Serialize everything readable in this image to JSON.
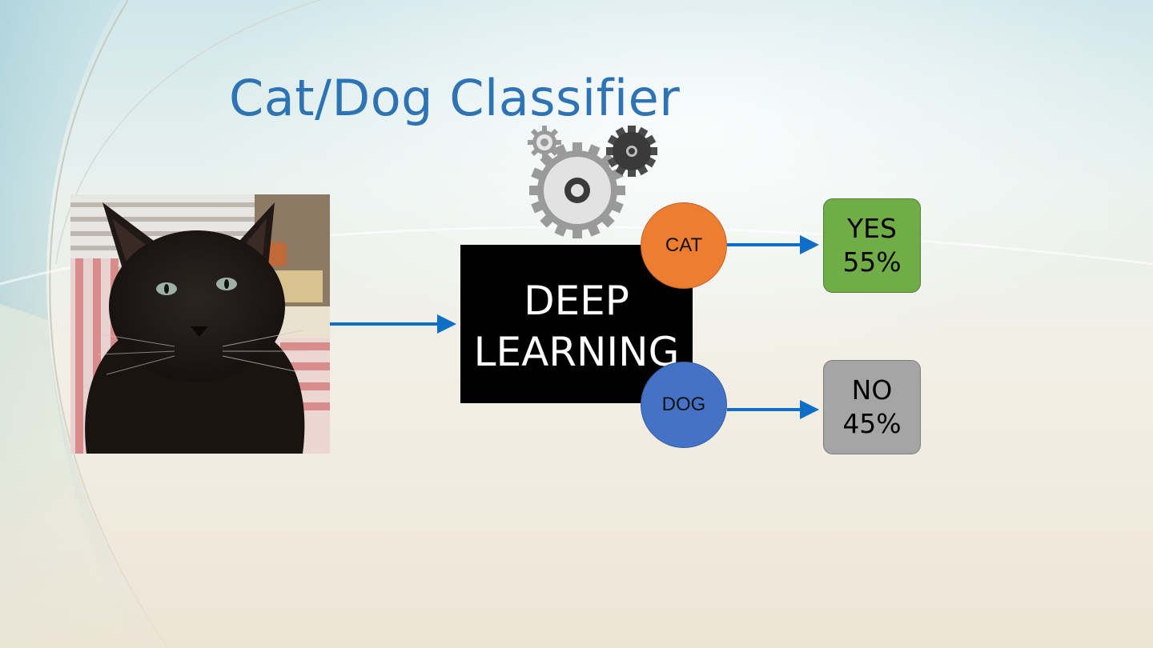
{
  "slide": {
    "title": "Cat/Dog Classifier"
  },
  "diagram": {
    "model_label_line1": "DEEP",
    "model_label_line2": "LEARNING",
    "classes": [
      {
        "label": "CAT",
        "color": "#ed7d31"
      },
      {
        "label": "DOG",
        "color": "#4472c4"
      }
    ],
    "results": [
      {
        "answer": "YES",
        "probability": "55%",
        "color": "#70ad47"
      },
      {
        "answer": "NO",
        "probability": "45%",
        "color": "#a5a5a5"
      }
    ],
    "arrow_color": "#0f6fc6",
    "input_image": "black-cat-photo",
    "gear_icons": [
      "small-gear-icon",
      "large-gear-icon",
      "dark-gear-icon"
    ]
  },
  "colors": {
    "title": "#2e74b5",
    "model_box": "#000000"
  }
}
